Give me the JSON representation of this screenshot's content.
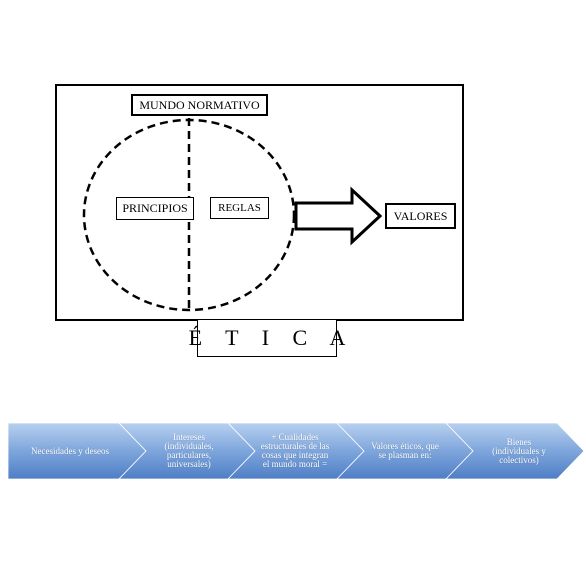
{
  "diagram": {
    "top_box_label": "MUNDO NORMATIVO",
    "left_box_label": "PRINCIPIOS",
    "right_box_label": "REGLAS",
    "output_box_label": "VALORES",
    "footer_label": "É T I C A"
  },
  "process_flow": {
    "steps": [
      {
        "label": "Necesidades  y deseos"
      },
      {
        "label": "Intereses\n(individuales,\nparticulares,\nuniversales)"
      },
      {
        "label": "+ Cualidades\nestructurales  de las\ncosas  que integran\nel mundo moral ="
      },
      {
        "label": "Valores  éticos, que\nse plasman  en:"
      },
      {
        "label": "Bienes\n(individuales y\ncolectivos)"
      }
    ],
    "colors": {
      "top": "#b8d0ef",
      "bottom": "#4f7ec6"
    }
  }
}
